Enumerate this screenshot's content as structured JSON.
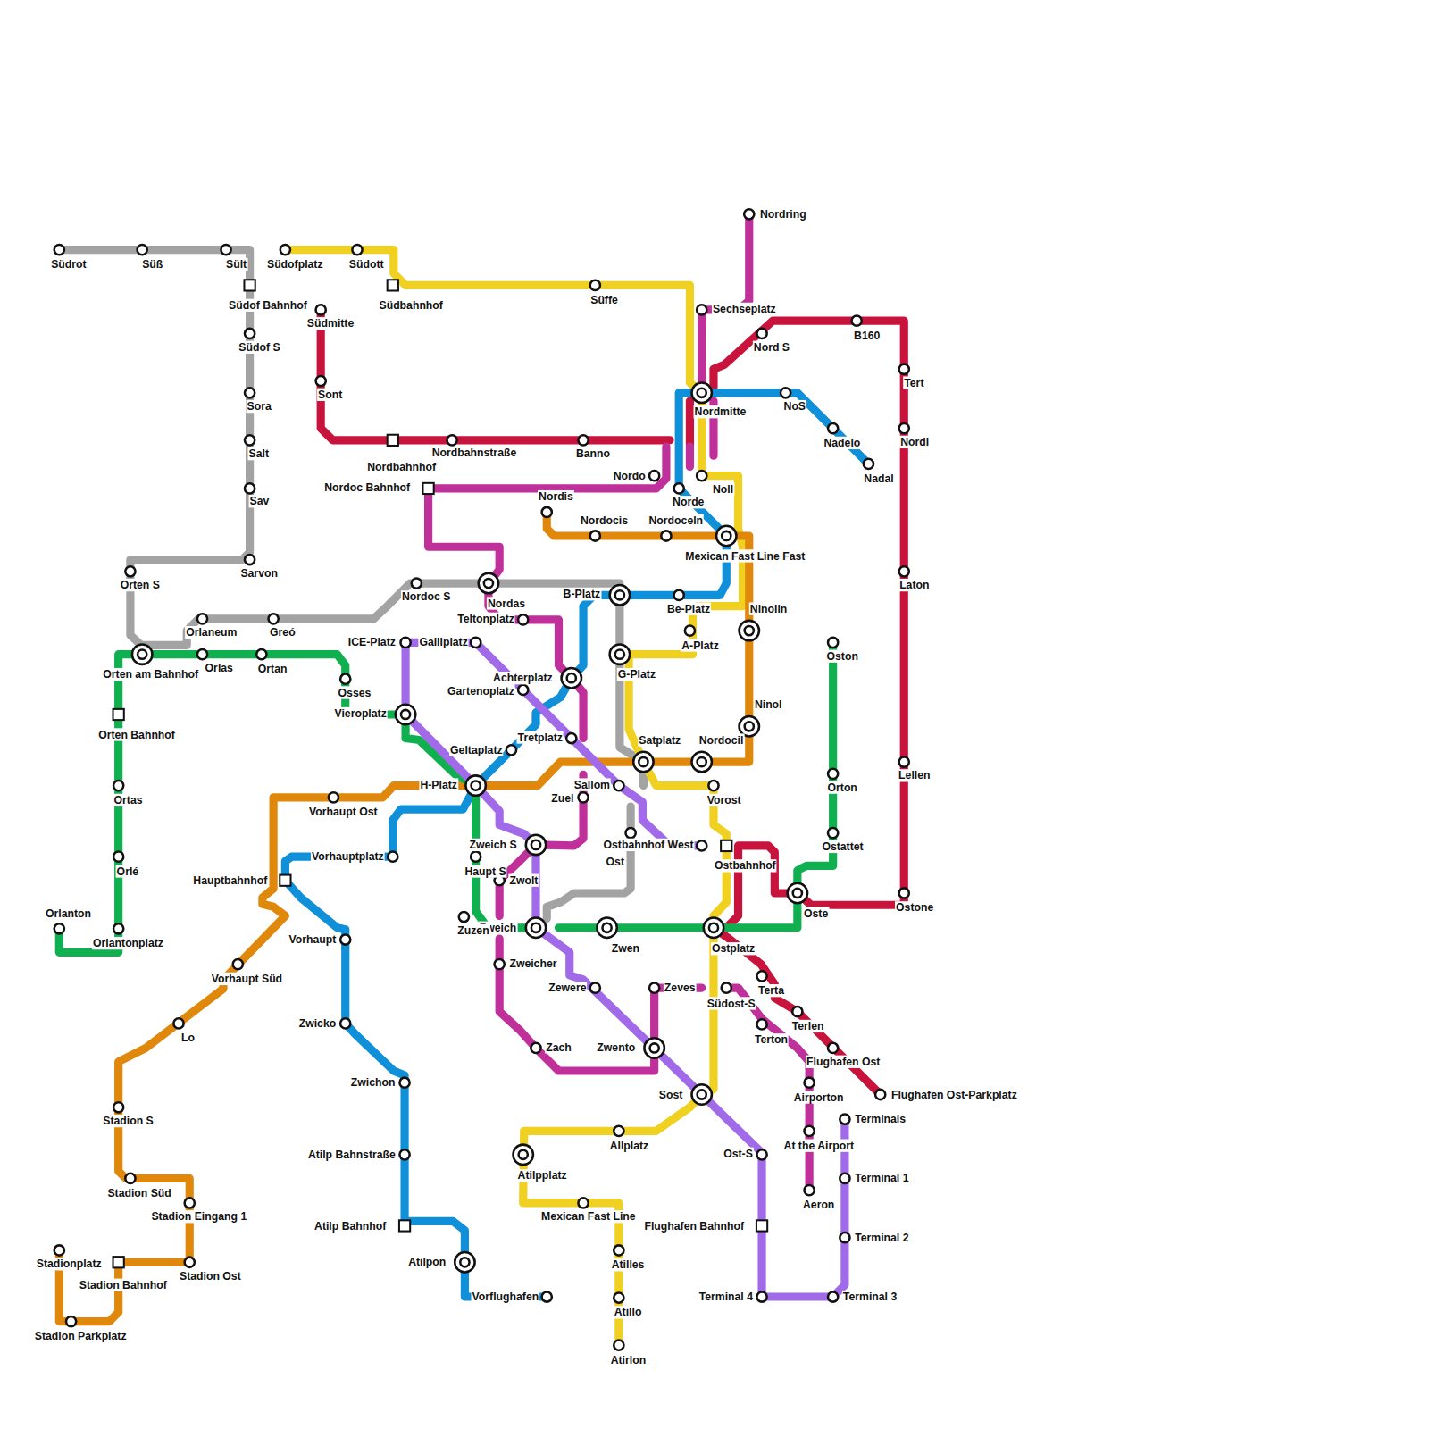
{
  "diagram": {
    "labels": [
      "Südrot",
      "Süß",
      "Sült",
      "Südofplatz",
      "Südott",
      "Nordring",
      "Süffe",
      "Südof Bahnhof",
      "Südbahnhof",
      "Sechseplatz",
      "Südmitte",
      "B160",
      "Südof S",
      "Nord S",
      "Tert",
      "Sont",
      "Sora",
      "NoS",
      "Nordmitte",
      "Nordl",
      "Nadelo",
      "Salt",
      "Nordbahnstraße",
      "Banno",
      "Nordbahnhof",
      "Nordo",
      "Nadal",
      "Nordoc Bahnhof",
      "Noll",
      "Nordis",
      "Sav",
      "Norde",
      "Nordocis",
      "Nordoceln",
      "Mexican Fast Line Fast",
      "Sarvon",
      "Orten S",
      "Laton",
      "B-Platz",
      "Nordoc S",
      "Nordas",
      "Be-Platz",
      "Ninolin",
      "Teltonplatz",
      "Orlaneum",
      "Greó",
      "ICE-Platz",
      "Galliplatz",
      "A-Platz",
      "Oston",
      "Orlas",
      "Ortan",
      "Orten am Bahnhof",
      "G-Platz",
      "Achterplatz",
      "Gartenoplatz",
      "Osses",
      "Ninol",
      "Vieroplatz",
      "Orten Bahnhof",
      "Tretplatz",
      "Satplatz",
      "Nordocil",
      "Geltaplatz",
      "Lellen",
      "H-Platz",
      "Sallom",
      "Orton",
      "Zuel",
      "Ortas",
      "Vorost",
      "Vorhaupt Ost",
      "Ostbahnhof West",
      "Zweich S",
      "Ostattet",
      "Vorhauptplatz",
      "Ost",
      "Ostbahnhof",
      "Haupt S",
      "Orlé",
      "Hauptbahnhof",
      "Zwolt",
      "Ostone",
      "Orlanton",
      "Oste",
      "Zweich",
      "Zuzen",
      "Vorhaupt",
      "Orlantonplatz",
      "Zwen",
      "Ostplatz",
      "Zweicher",
      "Vorhaupt Süd",
      "Zewere",
      "Zeves",
      "Terta",
      "Südost-S",
      "Zwicko",
      "Terlen",
      "Lo",
      "Terton",
      "Zwento",
      "Zach",
      "Flughafen Ost",
      "Zwichon",
      "Sost",
      "Flughafen Ost-Parkplatz",
      "Airporton",
      "Terminals",
      "Stadion S",
      "At the Airport",
      "Allplatz",
      "Ost-S",
      "Atilp Bahnstraße",
      "Atilpplatz",
      "Terminal 1",
      "Stadion Süd",
      "Aeron",
      "Stadion Eingang 1",
      "Mexican Fast Line",
      "Atilp Bahnhof",
      "Flughafen Bahnhof",
      "Terminal 2",
      "Atilpon",
      "Stadionplatz",
      "Atilles",
      "Stadion Ost",
      "Stadion Bahnhof",
      "Vorflughafen",
      "Terminal 4",
      "Terminal 3",
      "Atillo",
      "Stadion Parkplatz",
      "Atirlon"
    ]
  }
}
